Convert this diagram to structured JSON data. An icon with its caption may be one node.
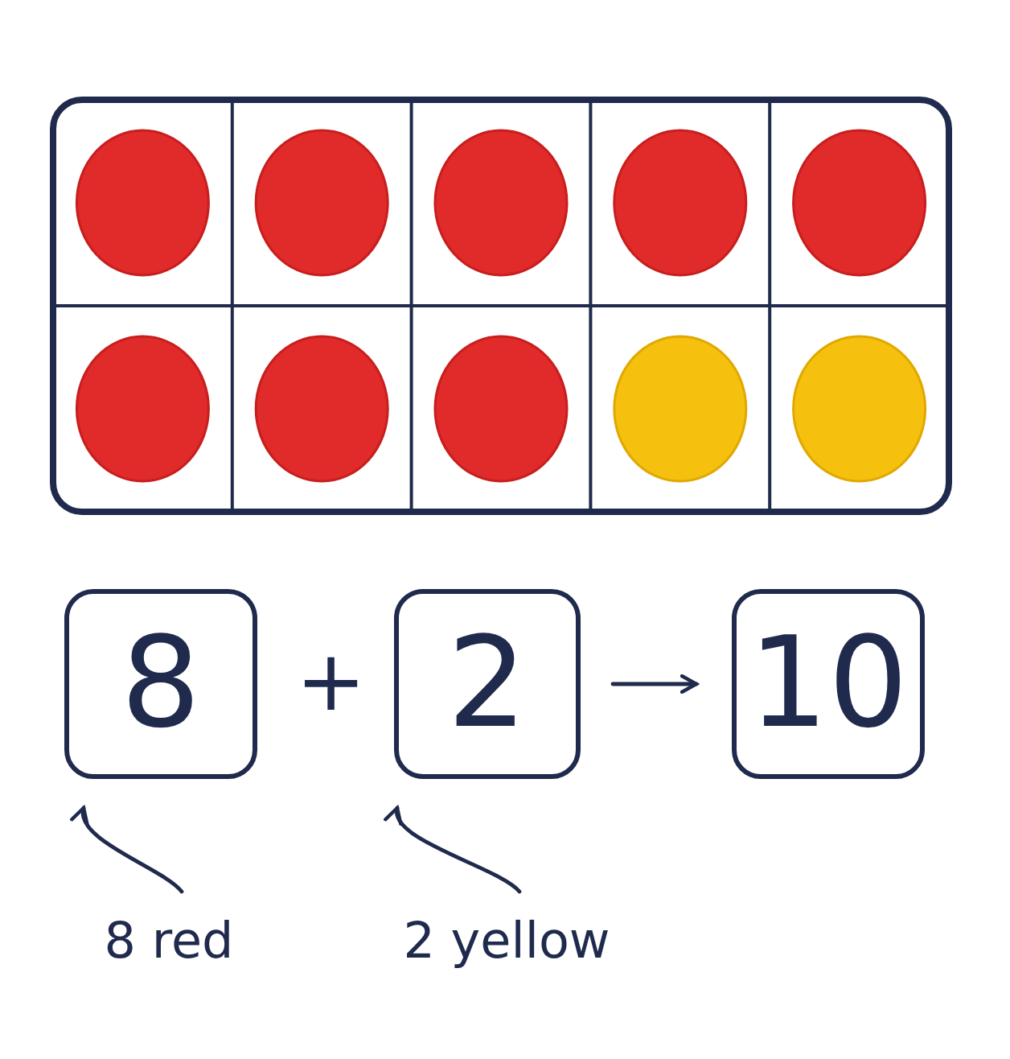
{
  "diagram": {
    "nodes": [
      {
        "text": [
          "8"
        ]
      },
      {
        "text": [
          "2"
        ]
      },
      {
        "text": [
          "10"
        ]
      },
      {
        "text": [
          "8 red"
        ]
      },
      {
        "text": [
          "2 yellow"
        ]
      }
    ],
    "edges": [
      {
        "from": 1,
        "to": 2,
        "arrow": "to"
      },
      {
        "from": 3,
        "to": 0,
        "arrow": "to"
      },
      {
        "from": 4,
        "to": 1,
        "arrow": "to"
      }
    ],
    "labels": [
      "+"
    ]
  }
}
